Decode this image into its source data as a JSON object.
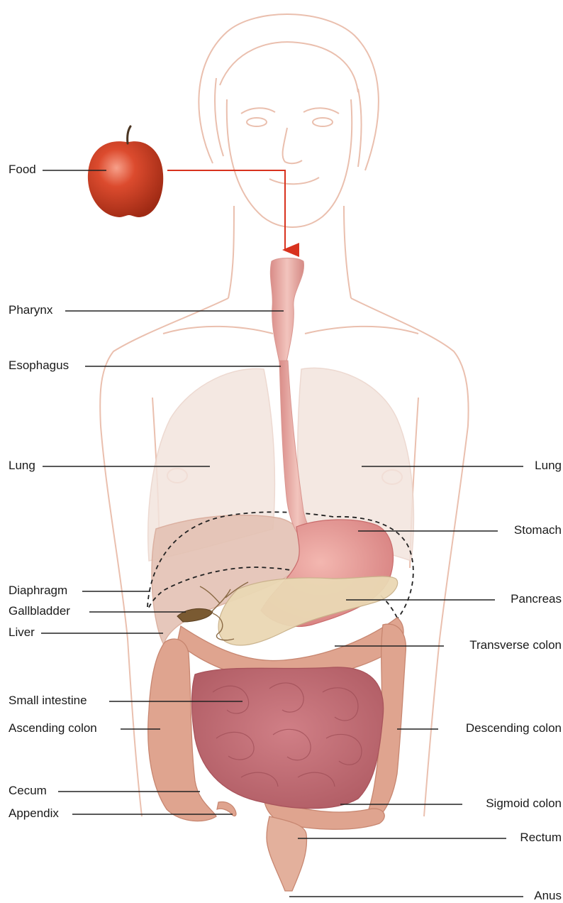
{
  "labels": {
    "food": "Food",
    "pharynx": "Pharynx",
    "esophagus": "Esophagus",
    "lung_left": "Lung",
    "lung_right": "Lung",
    "stomach": "Stomach",
    "diaphragm": "Diaphragm",
    "gallbladder": "Gallbladder",
    "pancreas": "Pancreas",
    "liver": "Liver",
    "transverse_colon": "Transverse colon",
    "small_intestine": "Small intestine",
    "ascending_colon": "Ascending colon",
    "descending_colon": "Descending colon",
    "cecum": "Cecum",
    "appendix": "Appendix",
    "sigmoid_colon": "Sigmoid colon",
    "rectum": "Rectum",
    "anus": "Anus"
  },
  "colors": {
    "sketch": "#e8b9a6",
    "food_arrow": "#d8321e",
    "apple": "#d8452a",
    "tract": "#e6a4a0",
    "colon": "#dfa48f",
    "small_intestine": "#c9737a",
    "liver": "#e4c2b4",
    "lung": "#f3e4dd",
    "pancreas": "#ead8b4",
    "leader": "#222222"
  }
}
